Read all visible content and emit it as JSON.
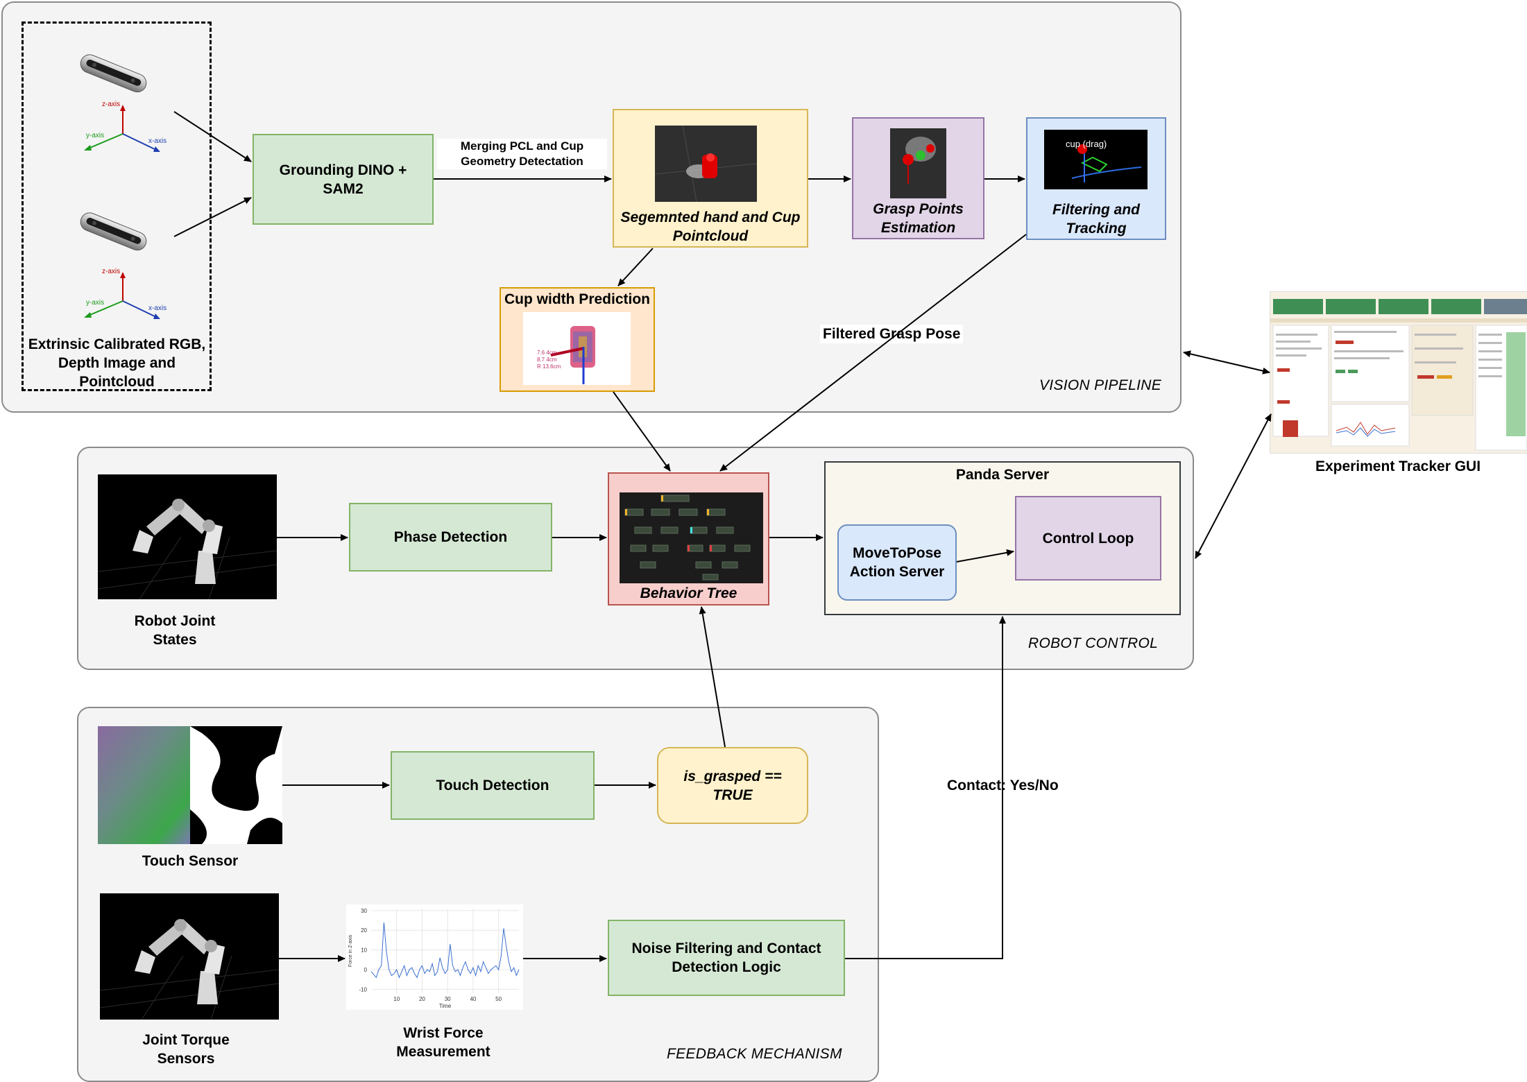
{
  "groups": {
    "vision": "VISION PIPELINE",
    "robot": "ROBOT CONTROL",
    "feedback": "FEEDBACK MECHANISM"
  },
  "sensors": {
    "caption": "Extrinsic Calibrated RGB, Depth Image and Pointcloud",
    "axis_z": "z-axis",
    "axis_y": "y-axis",
    "axis_x": "x-axis"
  },
  "nodes": {
    "grounding": "Grounding DINO + SAM2",
    "segmented": "Segemnted hand and Cup Pointcloud",
    "grasp_points": "Grasp Points Estimation",
    "filtering": "Filtering and Tracking",
    "cup_width": "Cup width Prediction",
    "phase_detection": "Phase Detection",
    "behavior_tree": "Behavior Tree",
    "panda_server": "Panda Server",
    "move_to_pose": "MoveToPose Action Server",
    "control_loop": "Control Loop",
    "touch_detection": "Touch Detection",
    "is_grasped": "is_grasped == TRUE",
    "noise_filter": "Noise Filtering and Contact Detection Logic"
  },
  "captions": {
    "robot_joint_states": "Robot Joint States",
    "touch_sensor": "Touch Sensor",
    "joint_torque": "Joint Torque Sensors",
    "wrist_force": "Wrist Force Measurement",
    "experiment_gui": "Experiment Tracker GUI"
  },
  "edge_labels": {
    "merging": "Merging PCL and Cup Geometry Detectation",
    "filtered_grasp": "Filtered Grasp Pose",
    "contact": "Contact: Yes/No"
  },
  "thumb_text": {
    "cup_label": "cup (drag)",
    "cup_dims_1": "7.6 4cm",
    "cup_dims_2": "8.7 4cm",
    "cup_dims_3": "R 13.6cm"
  },
  "chart_data": {
    "type": "line",
    "title": "",
    "xlabel": "Time",
    "ylabel": "Force in Z-axis",
    "xlim": [
      0,
      58
    ],
    "ylim": [
      -12,
      31
    ],
    "xticks": [
      10,
      20,
      30,
      40,
      50
    ],
    "yticks": [
      -10,
      0,
      10,
      20,
      30
    ],
    "grid": true,
    "series": [
      {
        "color": "#3b6fd1",
        "x": [
          0,
          2,
          3,
          4,
          5,
          6,
          7,
          8,
          9,
          10,
          11,
          12,
          13,
          14,
          15,
          16,
          17,
          18,
          19,
          20,
          21,
          22,
          23,
          24,
          25,
          26,
          27,
          28,
          29,
          30,
          31,
          32,
          33,
          34,
          35,
          36,
          37,
          38,
          39,
          40,
          41,
          42,
          43,
          44,
          45,
          46,
          47,
          48,
          49,
          50,
          51,
          52,
          53,
          54,
          55,
          56,
          57,
          58
        ],
        "y": [
          -1,
          -4,
          0,
          2,
          24,
          9,
          0,
          -3,
          -2,
          0,
          -4,
          -1,
          2,
          -3,
          0,
          1,
          -2,
          -4,
          0,
          2,
          -2,
          0,
          -1,
          3,
          -3,
          -1,
          6,
          1,
          -2,
          0,
          13,
          2,
          -1,
          0,
          -3,
          1,
          4,
          0,
          -2,
          1,
          -3,
          2,
          -1,
          4,
          1,
          -2,
          0,
          1,
          2,
          0,
          7,
          21,
          12,
          4,
          -1,
          1,
          -3,
          0
        ]
      }
    ]
  }
}
